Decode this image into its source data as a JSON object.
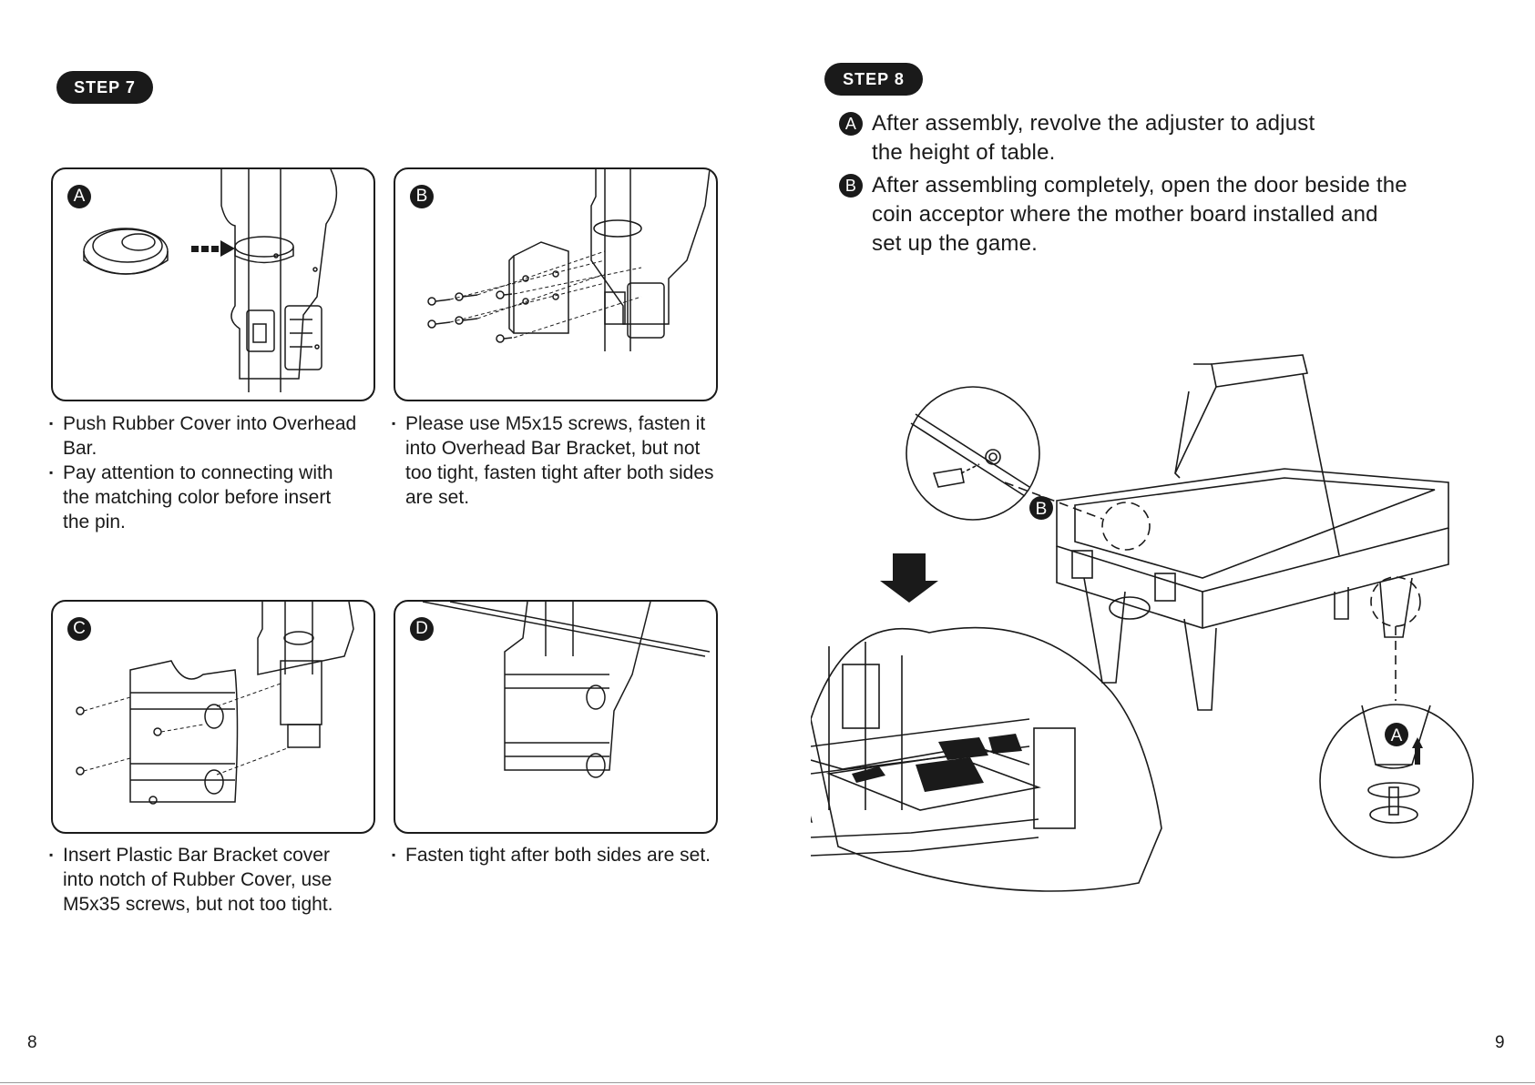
{
  "left_page": {
    "step_label": "STEP 7",
    "page_number": "8",
    "panels": [
      {
        "badge": "A",
        "bullets": [
          "Push Rubber Cover into Overhead Bar.",
          "Pay attention to connecting with the matching color before insert the pin."
        ]
      },
      {
        "badge": "B",
        "bullets": [
          "Please use M5x15 screws, fasten it into Overhead Bar Bracket, but not too tight, fasten tight after both sides are set."
        ]
      },
      {
        "badge": "C",
        "bullets": [
          "Insert Plastic Bar Bracket cover into notch of Rubber Cover, use M5x35 screws, but not too tight."
        ]
      },
      {
        "badge": "D",
        "bullets": [
          "Fasten tight after both sides are set."
        ]
      }
    ]
  },
  "right_page": {
    "step_label": "STEP 8",
    "page_number": "9",
    "instructions": [
      {
        "badge": "A",
        "text_lines": [
          "After assembly, revolve the adjuster to adjust",
          "the height of table."
        ]
      },
      {
        "badge": "B",
        "text_lines": [
          "After assembling completely, open the door beside the",
          "coin acceptor where the mother board installed and",
          "set up the game."
        ]
      }
    ],
    "diagram_callouts": {
      "b": "B",
      "a": "A"
    }
  }
}
